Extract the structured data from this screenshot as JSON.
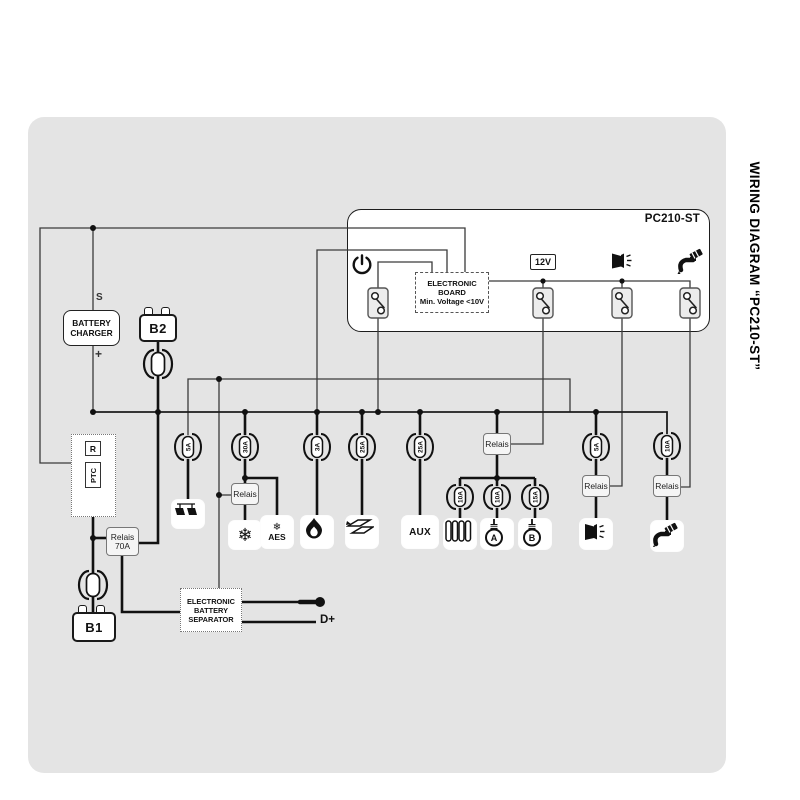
{
  "side_title": "WIRING DIAGRAM “PC210-ST”",
  "panel": {
    "title": "PC210-ST",
    "board_line1": "ELECTRONIC",
    "board_line2": "BOARD",
    "board_line3": "Min. Voltage <10V",
    "v12": "12V"
  },
  "charger": {
    "line1": "BATTERY",
    "line2": "CHARGER",
    "s": "S",
    "plus": "+"
  },
  "batteries": {
    "b1": "B1",
    "b2": "B2"
  },
  "protection": {
    "r": "R",
    "ptc": "PTC"
  },
  "relais70a": {
    "line1": "Relais",
    "line2": "70A"
  },
  "relais_label": "Relais",
  "separator": {
    "line1": "ELECTRONIC",
    "line2": "BATTERY",
    "line3": "SEPARATOR",
    "dplus": "D+"
  },
  "loads": {
    "aux": "AUX",
    "aes": "AES",
    "bulb_a": "A",
    "bulb_b": "B"
  },
  "fuses": {
    "awning": "5A",
    "fridge": "30A",
    "heater": "3A",
    "step": "25A",
    "aux": "25A",
    "radiator": "10A",
    "bulb_a": "10A",
    "bulb_b": "15A",
    "ext_light": "5A",
    "pump": "10A"
  },
  "glyphs": {
    "snowflake": "❄"
  },
  "colors": {
    "canvas": "#e4e4e4",
    "wire": "#222222",
    "panel_bg": "#ffffff"
  }
}
